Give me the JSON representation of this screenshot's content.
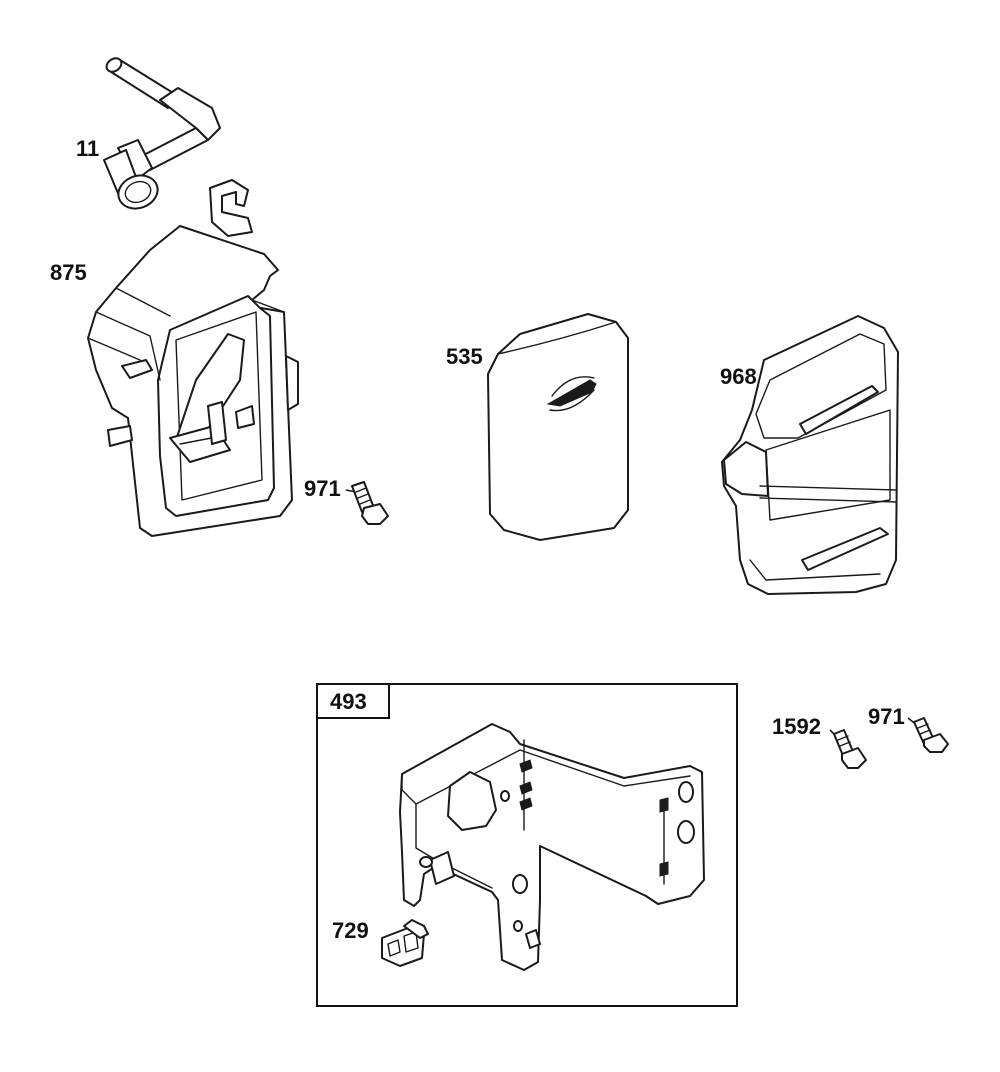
{
  "diagram": {
    "callouts": {
      "c11": "11",
      "c875": "875",
      "c535": "535",
      "c968": "968",
      "c971a": "971",
      "c493": "493",
      "c1592": "1592",
      "c971b": "971",
      "c729": "729"
    },
    "colors": {
      "line": "#1a1a1a",
      "fill": "#ffffff"
    }
  }
}
